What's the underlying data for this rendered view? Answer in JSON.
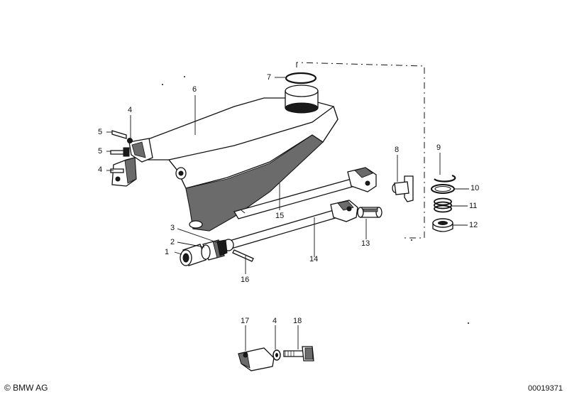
{
  "labels": {
    "p1": "1",
    "p2": "2",
    "p3": "3",
    "p4a": "4",
    "p4b": "4",
    "p4c": "4",
    "p5a": "5",
    "p5b": "5",
    "p6": "6",
    "p7": "7",
    "p8": "8",
    "p9": "9",
    "p10": "10",
    "p11": "11",
    "p12": "12",
    "p13": "13",
    "p14": "14",
    "p15": "15",
    "p16": "16",
    "p17": "17",
    "p18": "18"
  },
  "footer": {
    "copyright": "© BMW AG",
    "diagram_number": "00019371"
  }
}
